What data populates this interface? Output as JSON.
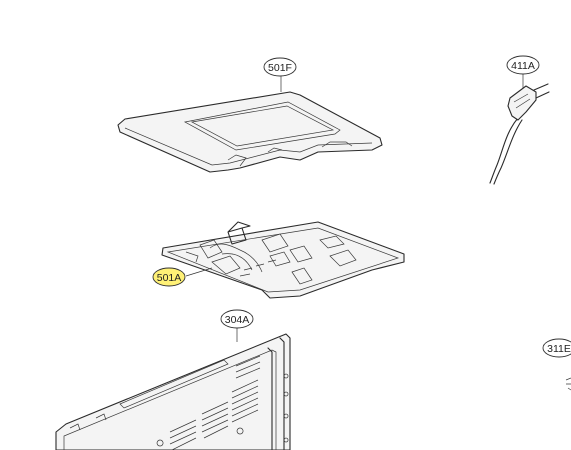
{
  "colors": {
    "line": "#2b2b2b",
    "highlight": "#fff176",
    "background": "#ffffff"
  },
  "callouts": [
    {
      "id": "501F",
      "label": "501F",
      "highlighted": false
    },
    {
      "id": "411A",
      "label": "411A",
      "highlighted": false
    },
    {
      "id": "501A",
      "label": "501A",
      "highlighted": true
    },
    {
      "id": "304A",
      "label": "304A",
      "highlighted": false
    },
    {
      "id": "311B",
      "label": "311E",
      "highlighted": false
    }
  ]
}
